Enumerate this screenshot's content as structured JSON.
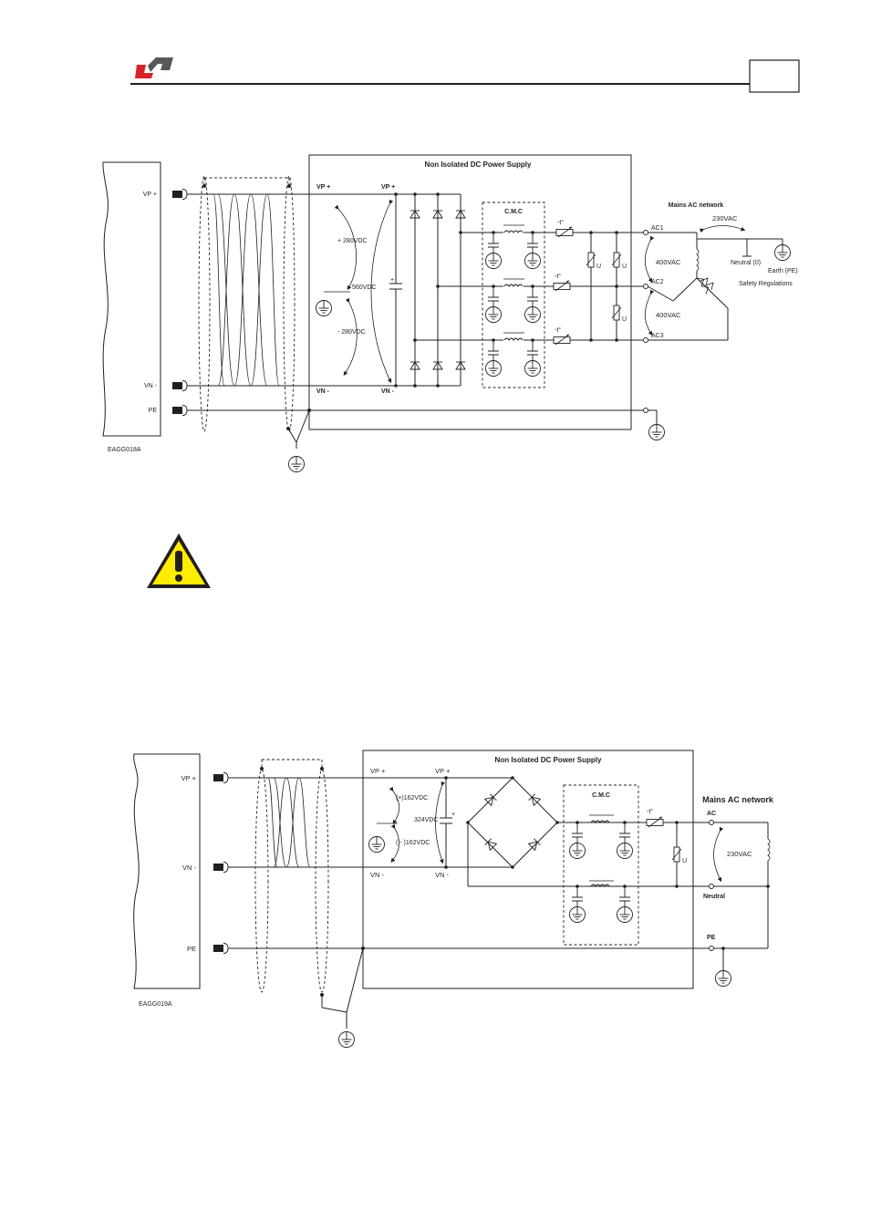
{
  "page": {
    "page_number": ""
  },
  "diagram_top": {
    "code": "EAGG018A",
    "supply_title": "Non Isolated DC Power Supply",
    "network_title": "Mains AC network",
    "cmc": "C.M.C",
    "vp": "VP +",
    "vn": "VN -",
    "pe": "PE",
    "drive_vp": "VP +",
    "drive_vn": "VN -",
    "v_plus": "+ 280VDC",
    "v_mid": "560VDC",
    "v_minus": "- 280VDC",
    "ac1": "AC1",
    "ac2": "AC2",
    "ac3": "AC3",
    "vac400a": "400VAC",
    "vac400b": "400VAC",
    "vac230": "230VAC",
    "neutral": "Neutral (0)",
    "earth": "Earth (PE)",
    "safety": "Safety Regulations",
    "ntc": "-t°",
    "vdr": "U",
    "cap_plus": "+"
  },
  "diagram_bottom": {
    "code": "EAGG019A",
    "supply_title": "Non Isolated DC Power Supply",
    "network_title": "Mains AC network",
    "cmc": "C.M.C",
    "vp": "VP +",
    "vn": "VN -",
    "pe": "PE",
    "drive_vp": "VP +",
    "drive_vn": "VN -",
    "v_plus": "(+)162VDC",
    "v_mid": "324VDC",
    "v_minus": "( - )162VDC",
    "ac": "AC",
    "neutral": "Neutral",
    "vac230": "230VAC",
    "pe_net": "PE",
    "ntc": "-t°",
    "vdr": "U",
    "cap_plus": "+"
  }
}
